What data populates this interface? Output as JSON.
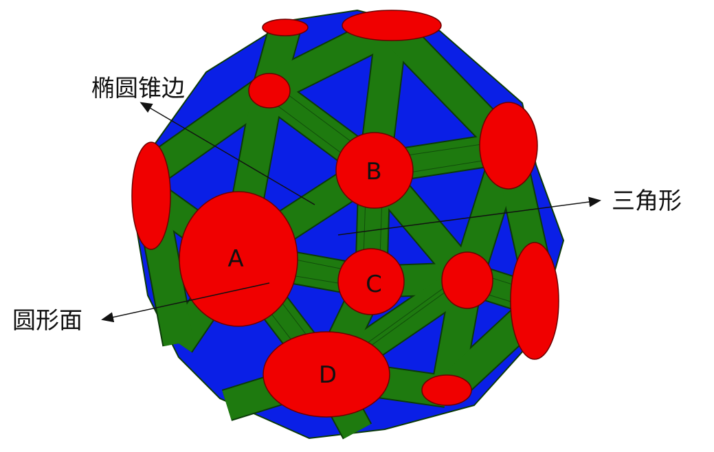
{
  "colors": {
    "triangle": "#0A1FE6",
    "edge": "#1E7A0F",
    "edge_line": "#0B3A08",
    "circle": "#F00000",
    "text": "#111111"
  },
  "annotations": {
    "ellipse_cone_edge": "椭圆锥边",
    "triangle": "三角形",
    "circular_face": "圆形面"
  },
  "circle_labels": {
    "a": "A",
    "b": "B",
    "c": "C",
    "d": "D"
  }
}
